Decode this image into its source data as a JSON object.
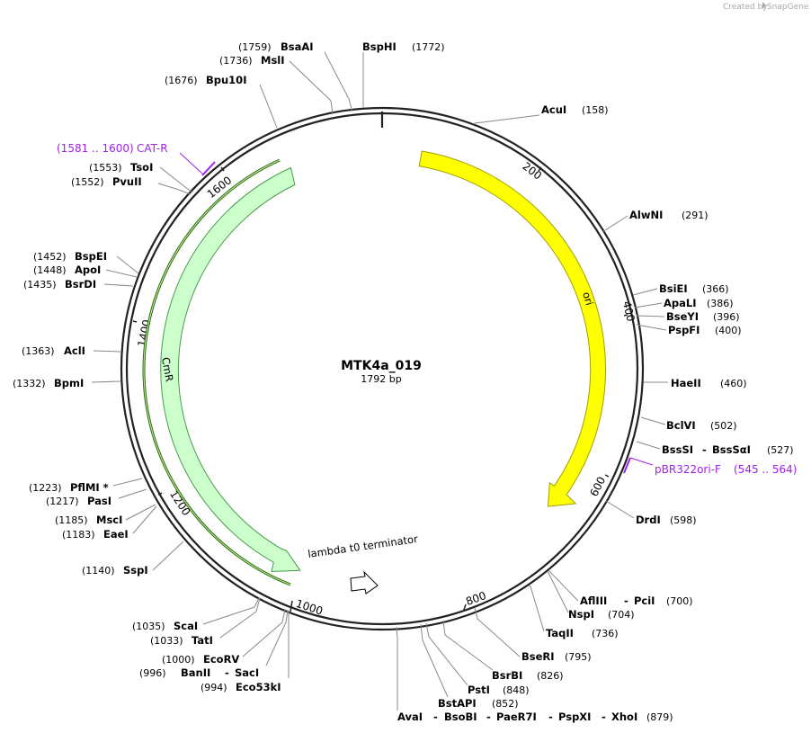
{
  "credit": "Created by",
  "brand": "SnapGene",
  "plasmid": {
    "name": "MTK4a_019",
    "length": "1792 bp"
  },
  "features": [
    {
      "label": "ori",
      "color": "#ffff00",
      "stroke": "#a0a000"
    },
    {
      "label": "CmR",
      "color": "#ccffcc",
      "stroke": "#4a9a4a"
    },
    {
      "label": "lambda t0 terminator",
      "color": "#ffffff",
      "stroke": "#000000"
    }
  ],
  "primers": [
    {
      "name": "CAT-R",
      "range": "(1581 .. 1600)"
    },
    {
      "name": "pBR322ori-F",
      "range": "(545 .. 564)"
    }
  ],
  "ticks": [
    "200",
    "400",
    "600",
    "800",
    "1000",
    "1200",
    "1400",
    "1600"
  ],
  "sites": [
    {
      "name": "BsaAI",
      "pos": "(1759)"
    },
    {
      "name": "BspHI",
      "pos": "(1772)"
    },
    {
      "name": "MslI",
      "pos": "(1736)"
    },
    {
      "name": "Bpu10I",
      "pos": "(1676)"
    },
    {
      "name": "AcuI",
      "pos": "(158)"
    },
    {
      "name": "TsoI",
      "pos": "(1553)"
    },
    {
      "name": "PvuII",
      "pos": "(1552)"
    },
    {
      "name": "AlwNI",
      "pos": "(291)"
    },
    {
      "name": "BspEI",
      "pos": "(1452)"
    },
    {
      "name": "ApoI",
      "pos": "(1448)"
    },
    {
      "name": "BsrDI",
      "pos": "(1435)"
    },
    {
      "name": "BsiEI",
      "pos": "(366)"
    },
    {
      "name": "ApaLI",
      "pos": "(386)"
    },
    {
      "name": "BseYI",
      "pos": "(396)"
    },
    {
      "name": "PspFI",
      "pos": "(400)"
    },
    {
      "name": "AclI",
      "pos": "(1363)"
    },
    {
      "name": "BpmI",
      "pos": "(1332)"
    },
    {
      "name": "HaeII",
      "pos": "(460)"
    },
    {
      "name": "BclVI",
      "pos": "(502)"
    },
    {
      "name": "BssSI",
      "pos": "(527)"
    },
    {
      "name": "BssSαI",
      "pos": ""
    },
    {
      "name": "PflMI *",
      "pos": "(1223)"
    },
    {
      "name": "PasI",
      "pos": "(1217)"
    },
    {
      "name": "DrdI",
      "pos": "(598)"
    },
    {
      "name": "MscI",
      "pos": "(1185)"
    },
    {
      "name": "EaeI",
      "pos": "(1183)"
    },
    {
      "name": "SspI",
      "pos": "(1140)"
    },
    {
      "name": "AflIII",
      "pos": ""
    },
    {
      "name": "PciI",
      "pos": "(700)"
    },
    {
      "name": "NspI",
      "pos": "(704)"
    },
    {
      "name": "TaqII",
      "pos": "(736)"
    },
    {
      "name": "ScaI",
      "pos": "(1035)"
    },
    {
      "name": "TatI",
      "pos": "(1033)"
    },
    {
      "name": "BseRI",
      "pos": "(795)"
    },
    {
      "name": "EcoRV",
      "pos": "(1000)"
    },
    {
      "name": "BanII",
      "pos": "(996)"
    },
    {
      "name": "SacI",
      "pos": ""
    },
    {
      "name": "Eco53kI",
      "pos": "(994)"
    },
    {
      "name": "BsrBI",
      "pos": "(826)"
    },
    {
      "name": "PstI",
      "pos": "(848)"
    },
    {
      "name": "BstAPI",
      "pos": "(852)"
    },
    {
      "name": "AvaI",
      "pos": ""
    },
    {
      "name": "BsoBI",
      "pos": ""
    },
    {
      "name": "PaeR7I",
      "pos": ""
    },
    {
      "name": "PspXI",
      "pos": ""
    },
    {
      "name": "XhoI",
      "pos": "(879)"
    }
  ],
  "dashes": [
    "-",
    "-",
    "-",
    "-",
    "-",
    "-",
    "-"
  ]
}
